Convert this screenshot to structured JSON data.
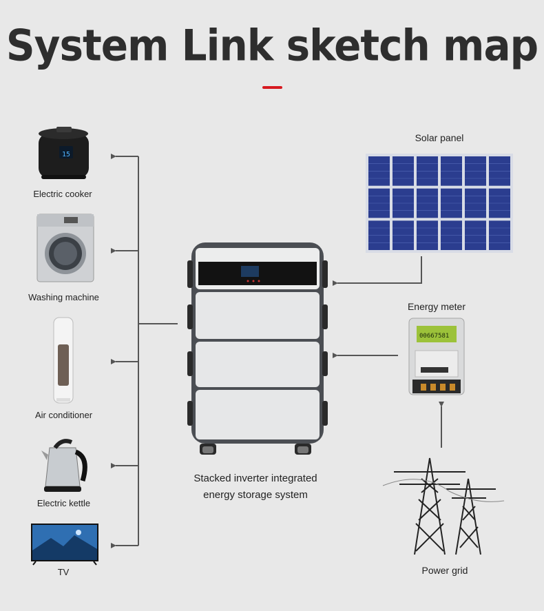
{
  "title": "System Link sketch map",
  "colors": {
    "accent": "#d71920",
    "wire": "#555555",
    "panel_cell": "#2b3d8f"
  },
  "appliances": [
    {
      "label": "Electric cooker",
      "icon": "rice-cooker-icon"
    },
    {
      "label": "Washing machine",
      "icon": "washing-machine-icon"
    },
    {
      "label": "Air conditioner",
      "icon": "air-conditioner-icon"
    },
    {
      "label": "Electric kettle",
      "icon": "kettle-icon"
    },
    {
      "label": "TV",
      "icon": "tv-icon"
    }
  ],
  "system": {
    "label_line1": "Stacked inverter integrated",
    "label_line2": "energy storage system"
  },
  "sources": {
    "solar": "Solar panel",
    "meter": "Energy meter",
    "meter_reading": "00667581",
    "grid": "Power grid"
  }
}
